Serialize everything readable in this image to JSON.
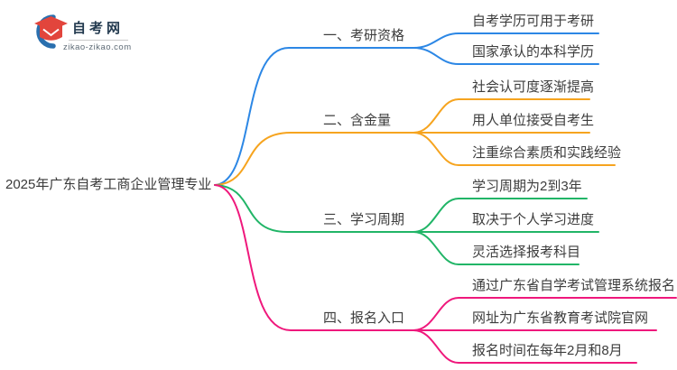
{
  "logo": {
    "name": "自考网",
    "domain": "zikao-zikao.com",
    "colors": {
      "cap_red": "#e2453c",
      "crescent_blue": "#2a6fae",
      "name_navy": "#233a4f"
    }
  },
  "root": {
    "title": "2025年广东自考工商企业管理专业"
  },
  "branches": [
    {
      "label": "一、考研资格",
      "color": "#2c87e5",
      "children": [
        {
          "text": "自考学历可用于考研"
        },
        {
          "text": "国家承认的本科学历"
        }
      ]
    },
    {
      "label": "二、含金量",
      "color": "#f6a41f",
      "children": [
        {
          "text": "社会认可度逐渐提高"
        },
        {
          "text": "用人单位接受自考生"
        },
        {
          "text": "注重综合素质和实践经验"
        }
      ]
    },
    {
      "label": "三、学习周期",
      "color": "#21b567",
      "children": [
        {
          "text": "学习周期为2到3年"
        },
        {
          "text": "取决于个人学习进度"
        },
        {
          "text": "灵活选择报考科目"
        }
      ]
    },
    {
      "label": "四、报名入口",
      "color": "#ef187c",
      "children": [
        {
          "text": "通过广东省自学考试管理系统报名"
        },
        {
          "text": "网址为广东省教育考试院官网"
        },
        {
          "text": "报名时间在每年2月和8月"
        }
      ]
    }
  ]
}
